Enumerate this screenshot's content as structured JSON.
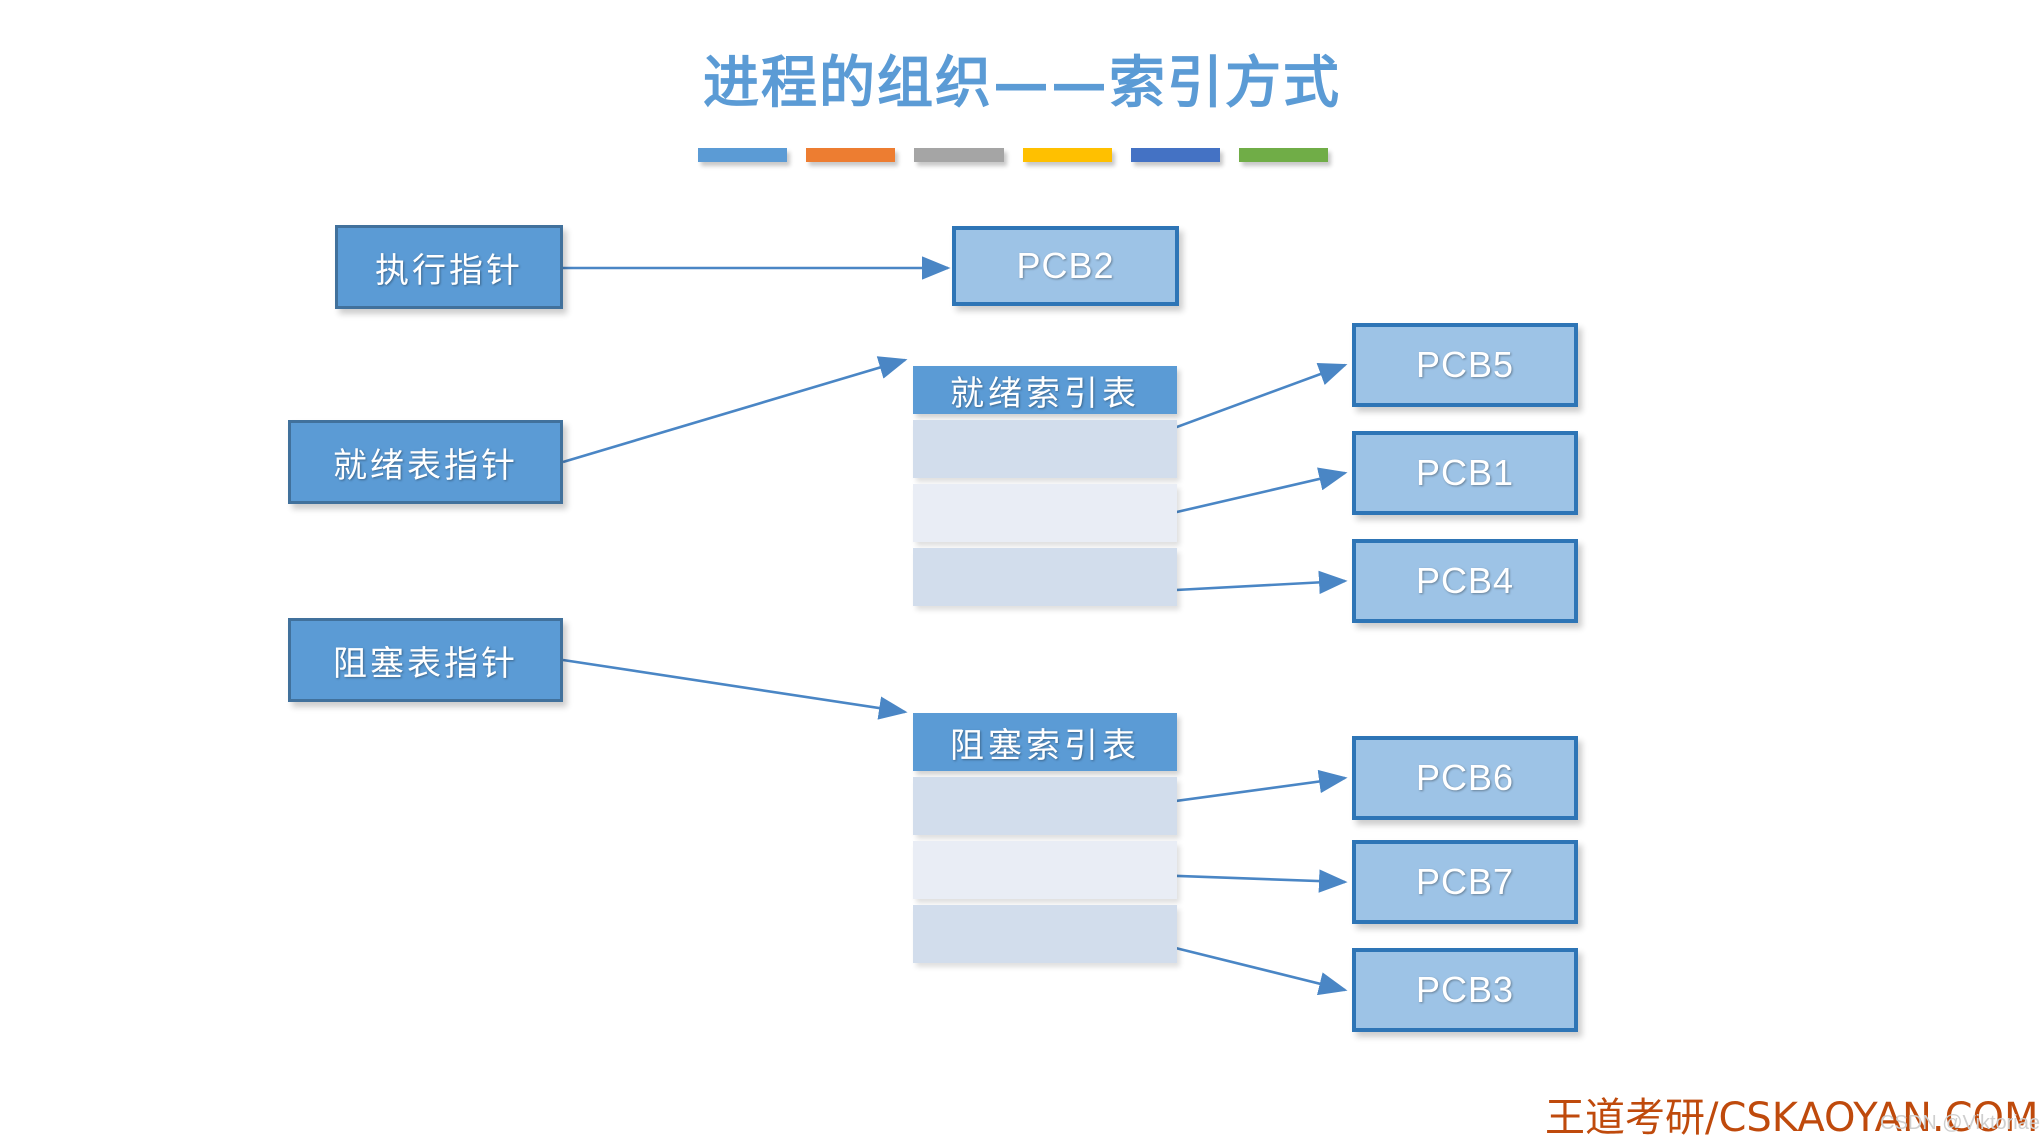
{
  "slide": {
    "title": "进程的组织——索引方式",
    "background_color": "#FFFFFF",
    "title_color": "#5B9BD5",
    "rule_colors": [
      "#5B9BD5",
      "#ED7D31",
      "#A5A5A5",
      "#FFC000",
      "#4472C4",
      "#70AD47"
    ]
  },
  "pointers": {
    "running": "执行指针",
    "ready": "就绪表指针",
    "blocked": "阻塞表指针"
  },
  "running_pcb": {
    "label": "PCB2"
  },
  "ready_table": {
    "header": "就绪索引表",
    "rows": [
      "",
      "",
      ""
    ],
    "targets": [
      "PCB5",
      "PCB1",
      "PCB4"
    ]
  },
  "blocked_table": {
    "header": "阻塞索引表",
    "rows": [
      "",
      "",
      ""
    ],
    "targets": [
      "PCB6",
      "PCB7",
      "PCB3"
    ]
  },
  "colors": {
    "pointer_fill": "#5B9BD5",
    "pointer_border": "#41719C",
    "pcb_fill": "#9DC3E6",
    "pcb_border": "#2E75B6",
    "table_header": "#5B9BD5",
    "row_dark": "#D2DDEC",
    "row_light": "#E9EDF5",
    "arrow": "#4A86C5",
    "footer": "#BF4A0C"
  },
  "footer": {
    "brand": "王道考研/CSKAOYAN.COM",
    "watermark": "CSDN @Viktoriae"
  }
}
